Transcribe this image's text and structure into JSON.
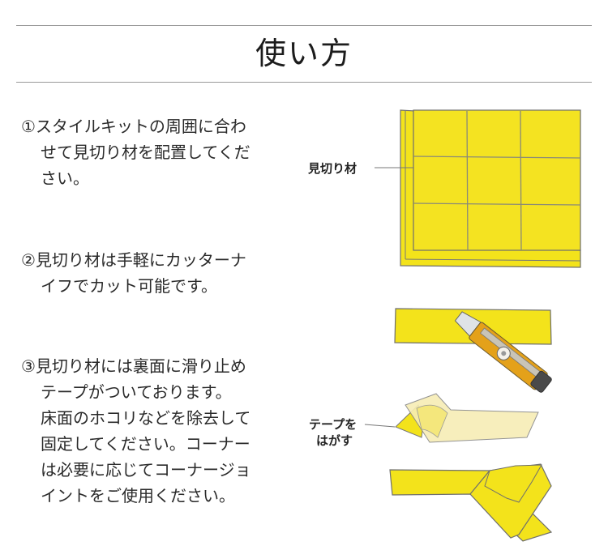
{
  "title": "使い方",
  "steps": [
    {
      "number": "①",
      "lines": [
        "スタイルキットの周囲に合わ",
        "せて見切り材を配置してくだ",
        "さい。"
      ]
    },
    {
      "number": "②",
      "lines": [
        "見切り材は手軽にカッターナ",
        "イフでカット可能です。"
      ]
    },
    {
      "number": "③",
      "lines": [
        "見切り材には裏面に滑り止め",
        "テープがついております。",
        "床面のホコリなどを除去して",
        "固定してください。コーナー",
        "は必要に応じてコーナージョ",
        "イントをご使用ください。"
      ]
    }
  ],
  "labels": {
    "trim": "見切り材",
    "tape_line1": "テープを",
    "tape_line2": "はがす"
  },
  "colors": {
    "yellow": "#f3e31b",
    "outline": "#6e6e6e",
    "rule": "#9a9a9a"
  },
  "illustrations": [
    "tile-grid-with-trim",
    "trim-with-cutter-knife",
    "peeling-tape-strip",
    "corner-joint"
  ]
}
